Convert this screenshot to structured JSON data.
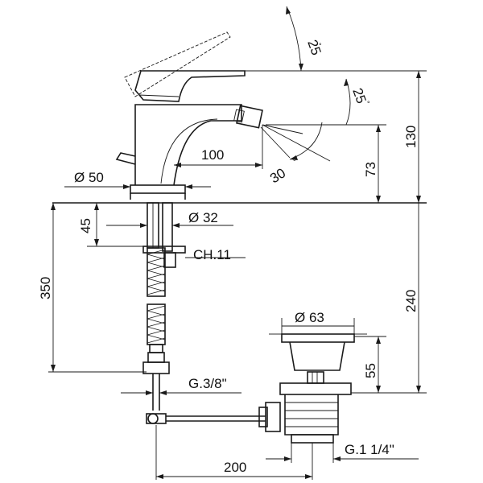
{
  "drawing": {
    "angles": {
      "lever_angle": "25",
      "spray_angle_top": "25",
      "spray_angle_bottom": "30",
      "degree_symbol": "°"
    },
    "dimensions": {
      "spout_reach": "100",
      "spout_height": "73",
      "total_height": "130",
      "base_diameter": "Ø 50",
      "shank_diameter": "Ø 32",
      "shank_length": "45",
      "nut_size": "CH.11",
      "hose_length": "350",
      "waste_drop": "240",
      "waste_diameter": "Ø 63",
      "waste_flange_height": "55",
      "inlet_thread": "G.3/8\"",
      "waste_thread": "G.1 1/4\"",
      "rod_length": "200"
    }
  }
}
